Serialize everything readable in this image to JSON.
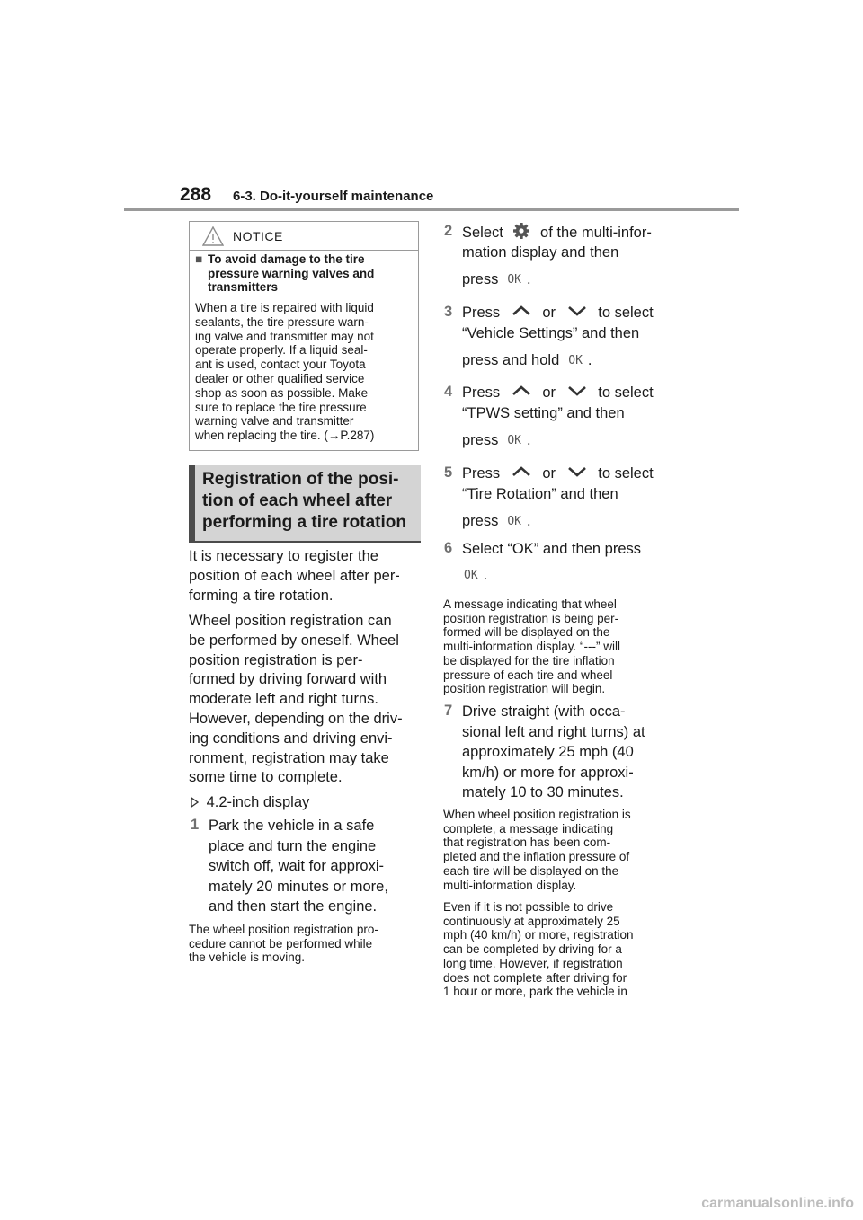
{
  "header": {
    "page_number": "288",
    "section": "6-3. Do-it-yourself maintenance"
  },
  "notice": {
    "title": "NOTICE",
    "subheading_bullet": "■",
    "subheading": "To avoid damage to the tire pressure warning valves and transmitters",
    "body": "When a tire is repaired with liquid\nsealants, the tire pressure warn-\ning valve and transmitter may not\noperate properly. If a liquid seal-\nant is used, contact your Toyota\ndealer or other qualified service\nshop as soon as possible. Make\nsure to replace the tire pressure\nwarning valve and transmitter\nwhen replacing the tire. (→P.287)"
  },
  "section_title": "Registration of the posi-\ntion of each wheel after\nperforming a tire rotation",
  "intro_1": "It is necessary to register the\nposition of each wheel after per-\nforming a tire rotation.",
  "intro_2": "Wheel position registration can\nbe performed by oneself. Wheel\nposition registration is per-\nformed by driving forward with\nmoderate left and right turns.\nHowever, depending on the driv-\ning conditions and driving envi-\nronment, registration may take\nsome time to complete.",
  "display_type": "4.2-inch display",
  "step1": {
    "number": "1",
    "text": "Park the vehicle in a safe\nplace and turn the engine\nswitch off, wait for approxi-\nmately 20 minutes or more,\nand then start the engine."
  },
  "step1_note": "The wheel position registration pro-\ncedure cannot be performed while\nthe vehicle is moving.",
  "step2": {
    "number": "2",
    "a": "Select",
    "b": "of the multi-infor-",
    "c": "mation display and then",
    "d": "press"
  },
  "step3": {
    "number": "3",
    "a": "Press",
    "or": "or",
    "b": "to select",
    "c": "“Vehicle Settings” and then",
    "d": "press and hold"
  },
  "step4": {
    "number": "4",
    "a": "Press",
    "or": "or",
    "b": "to select",
    "c": "“TPWS setting” and then",
    "d": "press"
  },
  "step5": {
    "number": "5",
    "a": "Press",
    "or": "or",
    "b": "to select",
    "c": "“Tire Rotation” and then",
    "d": "press"
  },
  "step6": {
    "number": "6",
    "a": "Select “OK” and then press"
  },
  "ok_symbol": "OK",
  "period": ".",
  "message_note": "A message indicating that wheel\nposition registration is being per-\nformed will be displayed on the\nmulti-information display. “---” will\nbe displayed for the tire inflation\npressure of each tire and wheel\nposition registration will begin.",
  "step7": {
    "number": "7",
    "text": "Drive straight (with occa-\nsional left and right turns) at\napproximately 25 mph (40\nkm/h) or more for approxi-\nmately 10 to 30 minutes."
  },
  "complete_note": "When wheel position registration is\ncomplete, a message indicating\nthat registration has been com-\npleted and the inflation pressure of\neach tire will be displayed on the\nmulti-information display.",
  "continue_note": "Even if it is not possible to drive\ncontinuously at approximately 25\nmph (40 km/h) or more, registration\ncan be completed by driving for a\nlong time. However, if registration\ndoes not complete after driving for\n1 hour or more, park the vehicle in",
  "watermark": "carmanualsonline.info"
}
